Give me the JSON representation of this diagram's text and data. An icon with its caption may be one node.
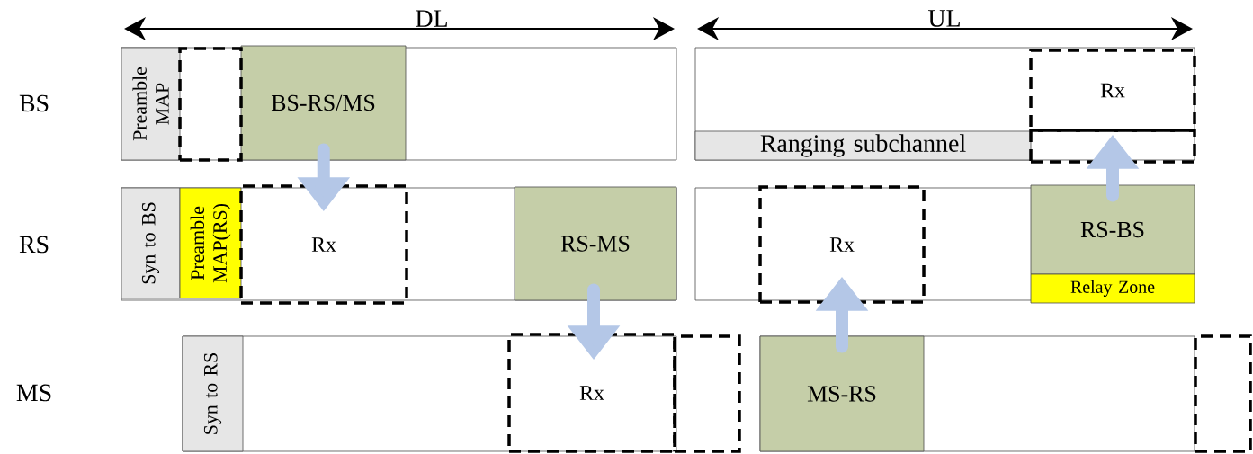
{
  "diagram": {
    "nodes": [
      {
        "text": [],
        "shape": "box"
      },
      {
        "text": [
          "Preamble MAP"
        ],
        "in": 0
      },
      {
        "text": [],
        "shape": "box",
        "in": 0
      },
      {
        "text": [
          "BS-RS/MS"
        ],
        "in": 0
      },
      {
        "text": [],
        "shape": "box"
      },
      {
        "text": [
          "Rx"
        ],
        "in": 4
      },
      {
        "text": [
          "Ranging subchannel"
        ],
        "in": 4
      },
      {
        "text": [],
        "shape": "box",
        "in": 4
      },
      {
        "text": [],
        "shape": "box"
      },
      {
        "text": [
          "Syn to BS"
        ],
        "in": 8
      },
      {
        "text": [
          "Preamble MAP(RS)"
        ],
        "in": 8
      },
      {
        "text": [
          "Rx"
        ],
        "in": 8
      },
      {
        "text": [
          "RS-MS"
        ],
        "in": 8
      },
      {
        "text": [],
        "shape": "box"
      },
      {
        "text": [
          "Rx"
        ],
        "in": 13
      },
      {
        "text": [
          "RS-BS"
        ],
        "in": 13
      },
      {
        "text": [
          "Relay Zone"
        ],
        "in": 13
      },
      {
        "text": [],
        "shape": "box"
      },
      {
        "text": [
          "Syn to RS"
        ],
        "in": 17
      },
      {
        "text": [
          "Rx"
        ],
        "in": 17
      },
      {
        "text": [],
        "shape": "box"
      },
      {
        "text": [],
        "shape": "box"
      },
      {
        "text": [
          "MS-RS"
        ],
        "in": 21
      },
      {
        "text": [],
        "shape": "box"
      }
    ],
    "edges": [
      {
        "from": 3,
        "to": 11,
        "arrow": "to"
      },
      {
        "from": 12,
        "to": 19,
        "arrow": "to"
      },
      {
        "from": 22,
        "to": 14,
        "arrow": "to"
      },
      {
        "from": 15,
        "to": 5,
        "arrow": "to"
      }
    ],
    "labels": [
      "DL",
      "UL",
      "BS",
      "RS",
      "MS"
    ]
  }
}
